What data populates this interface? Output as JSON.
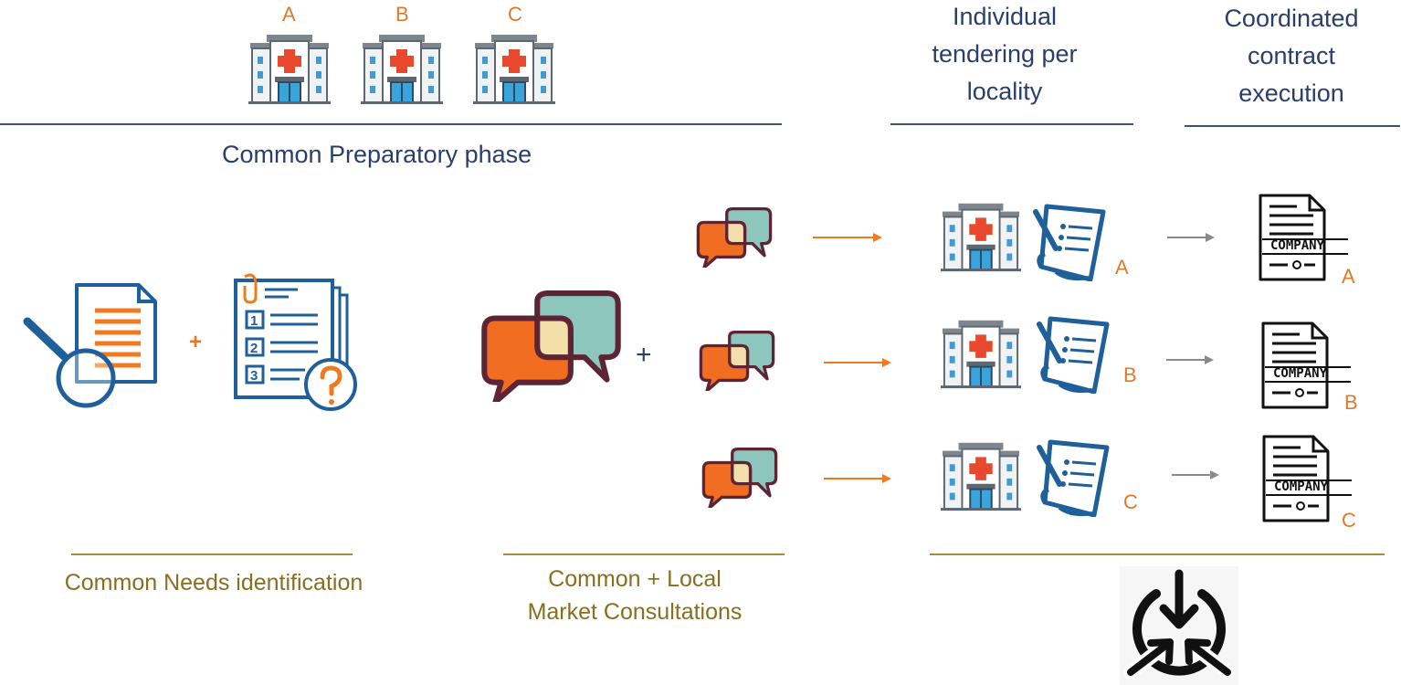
{
  "top_hospitals": [
    {
      "letter": "A"
    },
    {
      "letter": "B"
    },
    {
      "letter": "C"
    }
  ],
  "headers": {
    "tendering": [
      "Individual",
      "tendering per",
      "locality"
    ],
    "execution": [
      "Coordinated",
      "contract",
      "execution"
    ]
  },
  "phase_label": "Common Preparatory phase",
  "plus_orange": "+",
  "plus_navy": "+",
  "rows": [
    {
      "tender_letter": "A",
      "contract_letter": "A",
      "company": "COMPANY"
    },
    {
      "tender_letter": "B",
      "contract_letter": "B",
      "company": "COMPANY"
    },
    {
      "tender_letter": "C",
      "contract_letter": "C",
      "company": "COMPANY"
    }
  ],
  "footer": {
    "needs": "Common Needs identification",
    "consultations": [
      "Common + Local",
      "Market Consultations"
    ]
  },
  "colors": {
    "navy": "#2b3e6b",
    "gold": "#8a6d1e",
    "orange": "#e07a2a",
    "teal": "#8cc6bd",
    "doc_blue": "#1f5f9a"
  },
  "icons": {
    "hospital": "hospital-icon",
    "tender": "tender-document-icon",
    "contract": "company-contract-icon",
    "chat": "chat-bubbles-icon",
    "search_doc": "document-search-icon",
    "checklist": "questionnaire-icon",
    "coordination": "coordination-icon"
  }
}
